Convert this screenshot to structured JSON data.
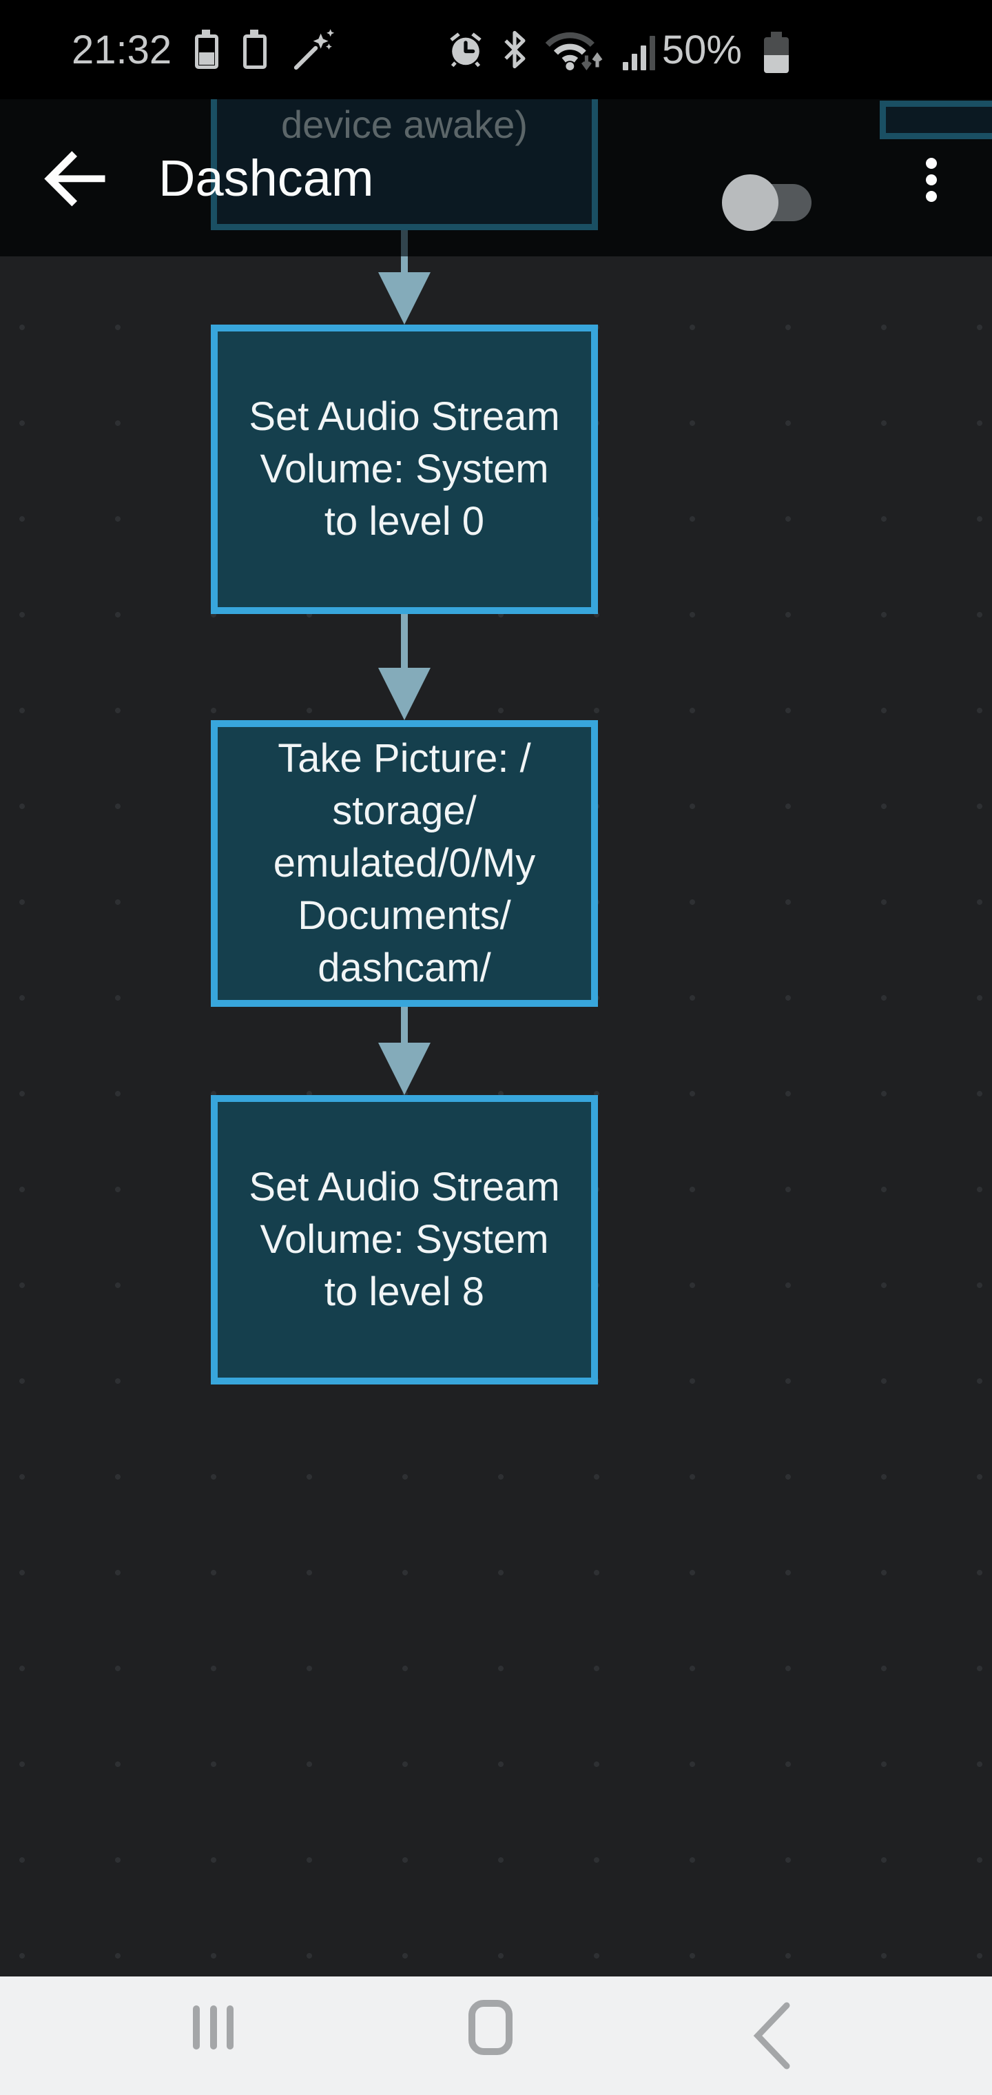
{
  "status_bar": {
    "time": "21:32",
    "battery_percent": "50%",
    "left_icons": [
      "battery-notification-icon",
      "battery-notification-icon",
      "magic-wand-icon"
    ],
    "right_icons": [
      "alarm-icon",
      "bluetooth-icon",
      "wifi-icon",
      "signal-strength-icon",
      "battery-icon"
    ]
  },
  "app_bar": {
    "title": "Dashcam",
    "back_icon": "arrow-left",
    "toggle_state": "off",
    "overflow_icon": "vertical-dots"
  },
  "flow": {
    "partial_top_node": {
      "visible_text": "device awake)"
    },
    "nodes": [
      {
        "lines": [
          "Set Audio Stream",
          "Volume: System",
          "to level 0"
        ]
      },
      {
        "lines": [
          "Take Picture: /",
          "storage/",
          "emulated/0/My",
          "Documents/",
          "dashcam/"
        ]
      },
      {
        "lines": [
          "Set Audio Stream",
          "Volume: System",
          "to level 8"
        ]
      }
    ]
  },
  "nav_bar": {
    "icons": [
      "recents-icon",
      "home-icon",
      "back-icon"
    ]
  },
  "colors": {
    "node_border": "#38a6dc",
    "node_fill": "#153f4d",
    "node_text": "#f1f5f6",
    "dim_node_border": "#1a4f63",
    "dim_node_fill": "#0b1922",
    "arrow": "#84abba",
    "canvas_bg": "#1f2022",
    "appbar_bg": "#07090a",
    "statusbar_bg": "#000000",
    "nav_bg": "#f0f1f2",
    "status_icon": "#c8cacb"
  }
}
